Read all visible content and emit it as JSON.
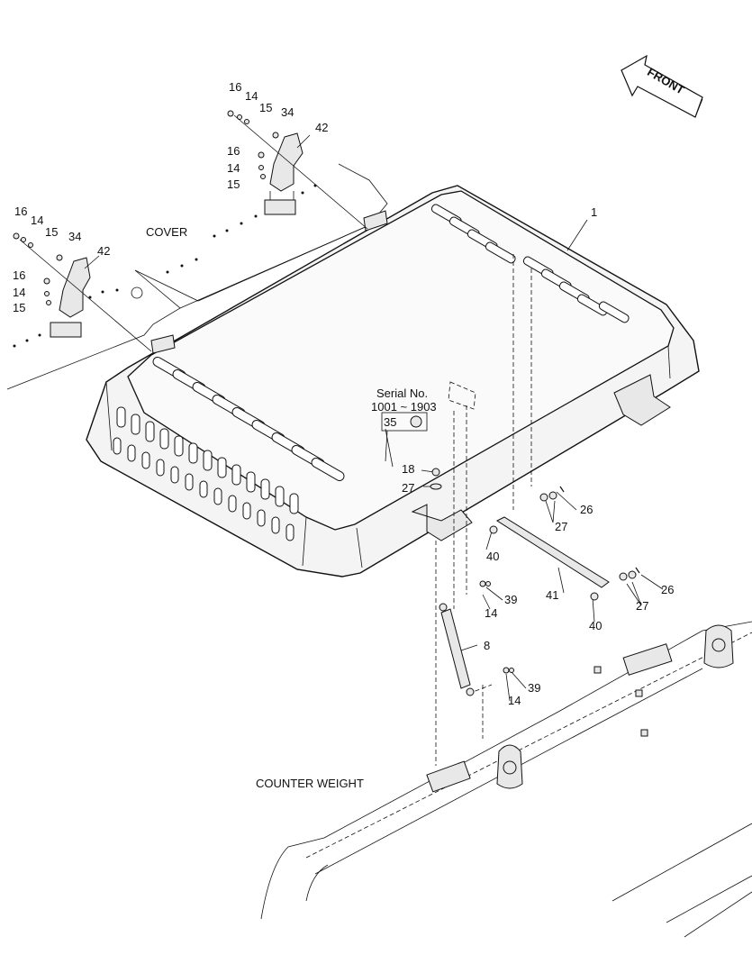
{
  "labels": {
    "front": "FRONT",
    "cover": "COVER",
    "counter_weight": "COUNTER WEIGHT",
    "serial_title": "Serial No.",
    "serial_range": "1001 ~ 1903"
  },
  "callouts": {
    "c1": "1",
    "c8": "8",
    "c14a": "14",
    "c14b": "14",
    "c14c": "14",
    "c14d": "14",
    "c14e": "14",
    "c14f": "14",
    "c15a": "15",
    "c15b": "15",
    "c15c": "15",
    "c15d": "15",
    "c16a": "16",
    "c16b": "16",
    "c16c": "16",
    "c16d": "16",
    "c18": "18",
    "c26a": "26",
    "c26b": "26",
    "c27a": "27",
    "c27b": "27",
    "c27c": "27",
    "c34a": "34",
    "c34b": "34",
    "c35": "35",
    "c39a": "39",
    "c39b": "39",
    "c40a": "40",
    "c40b": "40",
    "c41": "41",
    "c42a": "42",
    "c42b": "42"
  }
}
